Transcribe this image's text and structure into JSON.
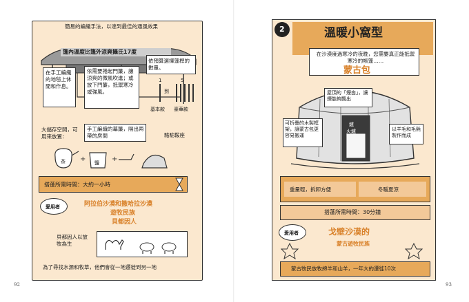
{
  "left": {
    "caption": "簡易的編織手法，以達到最佳的通風效果",
    "tent_banner": "篷內溫度比篷外涼爽攝氏17度",
    "note_weaving": "在手工編織的地毯上休閒和作息。",
    "note_doors": "依需要捲起門簾，讓涼爽的微風吹進；或放下門簾，抵禦寒冷或強風。",
    "note_pillars": "依預算選擇篷桿的數量。",
    "pillar_basic_num": "1",
    "pillar_basic_label": "基本款",
    "pillar_lux_num": "5",
    "pillar_lux_label": "豪華款",
    "pillar_to": "到",
    "note_storage": "大儲存空間，可用來放置：",
    "note_curtain": "手工編織的幕簾，隔出兩帶的房間",
    "note_saddle": "駱駝鞍座",
    "item_tea": "茶",
    "item_salt": "鹽",
    "build_time": "搭蓬所需時間：大約一小時",
    "user_badge": "愛用者",
    "users_line1": "阿拉伯沙漠和撒哈拉沙漠",
    "users_line2": "遊牧民族",
    "users_line3": "貝都因人",
    "herd_note": "貝都因人以放牧為生",
    "footer": "為了尋找水源和牧草，他們會從一地遷徙到另一地",
    "page_number": "92"
  },
  "right": {
    "section_number": "2",
    "title": "溫暖小窩型",
    "intro": "在沙漠度過寒冷的夜晚，您需要真正能抵禦寒冷的帳篷……",
    "tent_name": "蒙古包",
    "note_roof": "屋頂的「煙囪」，讓煙能夠飄出",
    "note_door": "可折疊的木製框架，讓蒙古包更容易搬運",
    "note_felt": "以羊毛和毛氈製作而成",
    "inside_label1": "爐",
    "inside_label2": "火爐",
    "feature1": "重量輕，拆卸方便",
    "feature2": "冬暖夏涼",
    "build_time": "搭蓬所需時間：30分鐘",
    "user_badge": "愛用者",
    "users_line1": "戈壁沙漠的",
    "users_line2": "蒙古遊牧民族",
    "footer": "蒙古牧民放牧綿羊和山羊，一年大約遷徙10次",
    "page_number": "93"
  },
  "colors": {
    "cream": "#fbe8cf",
    "orange": "#e7a95a",
    "accent_text": "#d9822b",
    "tan": "#f3c999"
  }
}
